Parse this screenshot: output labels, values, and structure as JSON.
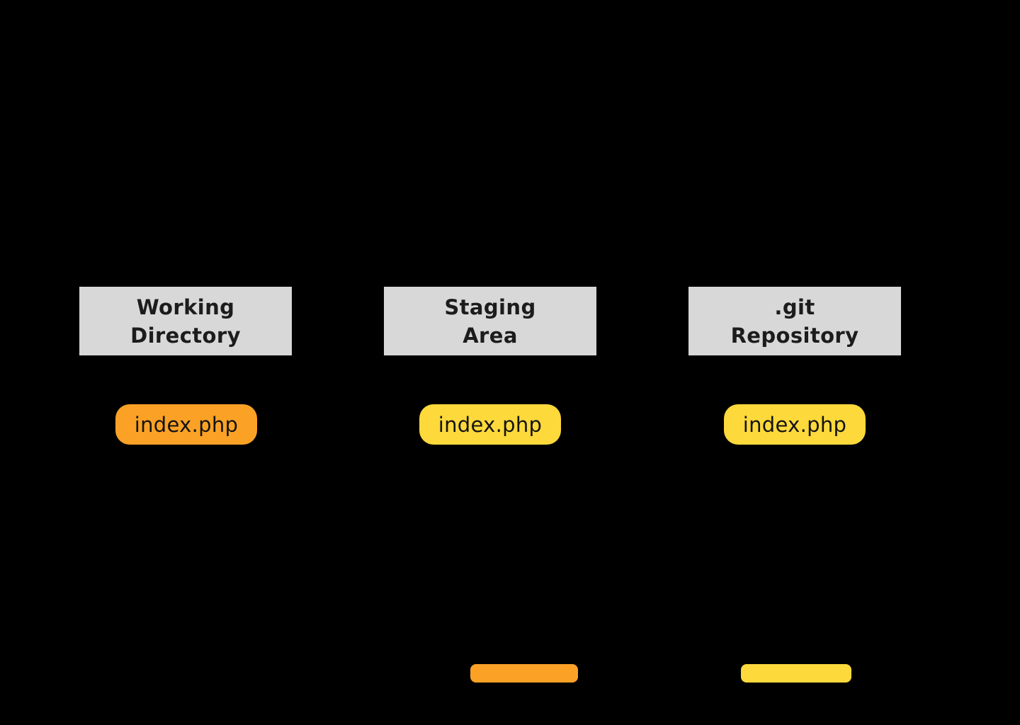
{
  "diagram": {
    "colors": {
      "background": "#000000",
      "header_bg": "#D8D8D8",
      "header_text": "#1C1C1C",
      "pill_text": "#141414",
      "orange": "#FBA226",
      "yellow": "#FDD93C"
    },
    "columns": [
      {
        "header": {
          "lines": [
            "Working",
            "Directory"
          ]
        },
        "file": {
          "label": "index.php",
          "color": "#FBA226"
        }
      },
      {
        "header": {
          "lines": [
            "Staging",
            "Area"
          ]
        },
        "file": {
          "label": "index.php",
          "color": "#FDD93C"
        }
      },
      {
        "header": {
          "lines": [
            ".git",
            "Repository"
          ]
        },
        "file": {
          "label": "index.php",
          "color": "#FDD93C"
        }
      }
    ],
    "legend": [
      {
        "color": "#FBA226"
      },
      {
        "color": "#FDD93C"
      }
    ]
  }
}
